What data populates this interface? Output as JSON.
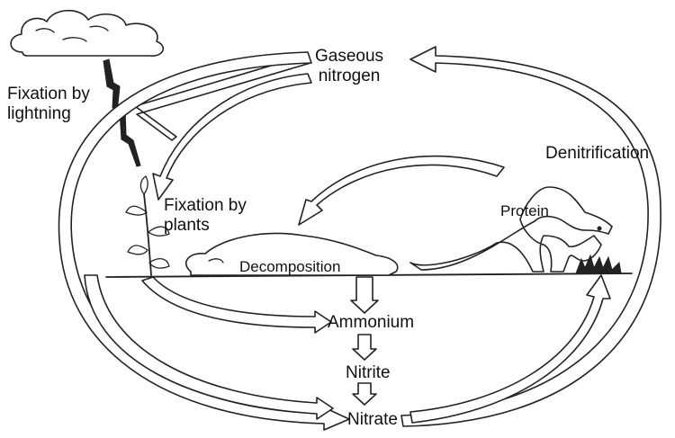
{
  "labels": {
    "gaseous_nitrogen": "Gaseous\nnitrogen",
    "fixation_by_lightning": "Fixation by\nlightning",
    "fixation_by_plants": "Fixation by\nplants",
    "denitrification": "Denitrification",
    "protein": "Protein",
    "decomposition": "Decomposition",
    "ammonium": "Ammonium",
    "nitrite": "Nitrite",
    "nitrate": "Nitrate"
  },
  "colors": {
    "ink": "#222222",
    "background": "#ffffff"
  }
}
